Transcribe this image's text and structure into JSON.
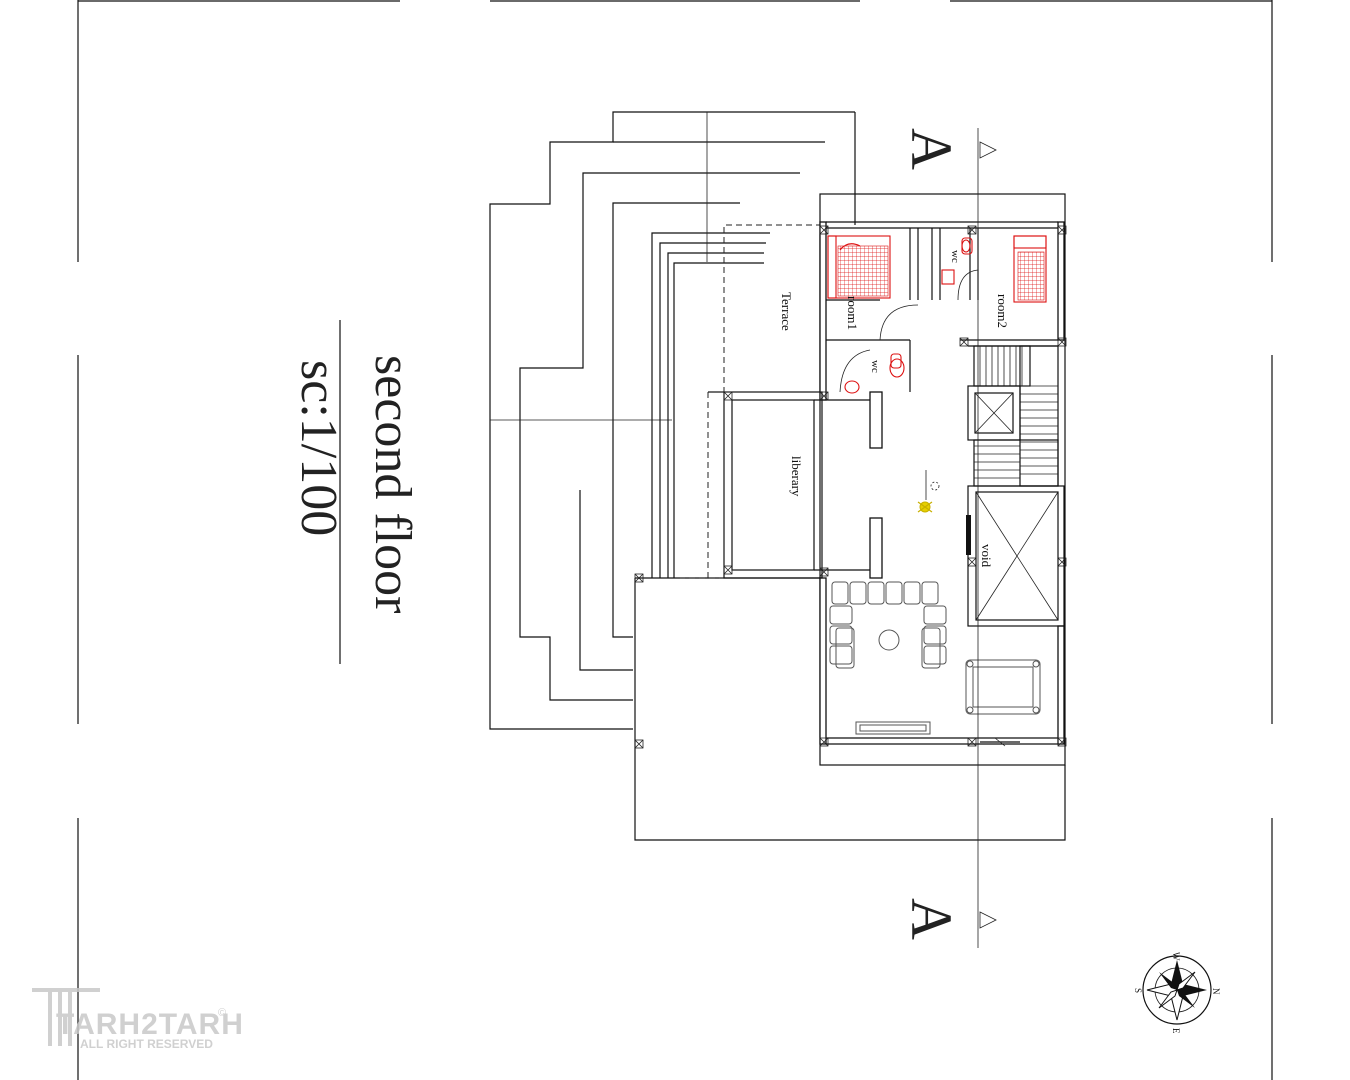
{
  "title": {
    "main": "second floor",
    "scale": "sc:1/100"
  },
  "rooms": {
    "terrace": "Terrace",
    "room1": "room1",
    "room2": "room2",
    "wc_a": "wc",
    "wc_b": "wc",
    "library": "liberary",
    "void": "void"
  },
  "section_marker": {
    "top": "A",
    "bottom": "A"
  },
  "compass": {
    "north": "N",
    "south": "S",
    "east": "E",
    "west": "W"
  },
  "watermark": {
    "brand": "TARH2TARH",
    "rights": "ALL RIGHT RESERVED",
    "mark": "©"
  },
  "colors": {
    "linework": "#111111",
    "fixtures": "#dd1111",
    "light_fixture": "#e6d000",
    "watermark": "#c8c8c8"
  }
}
